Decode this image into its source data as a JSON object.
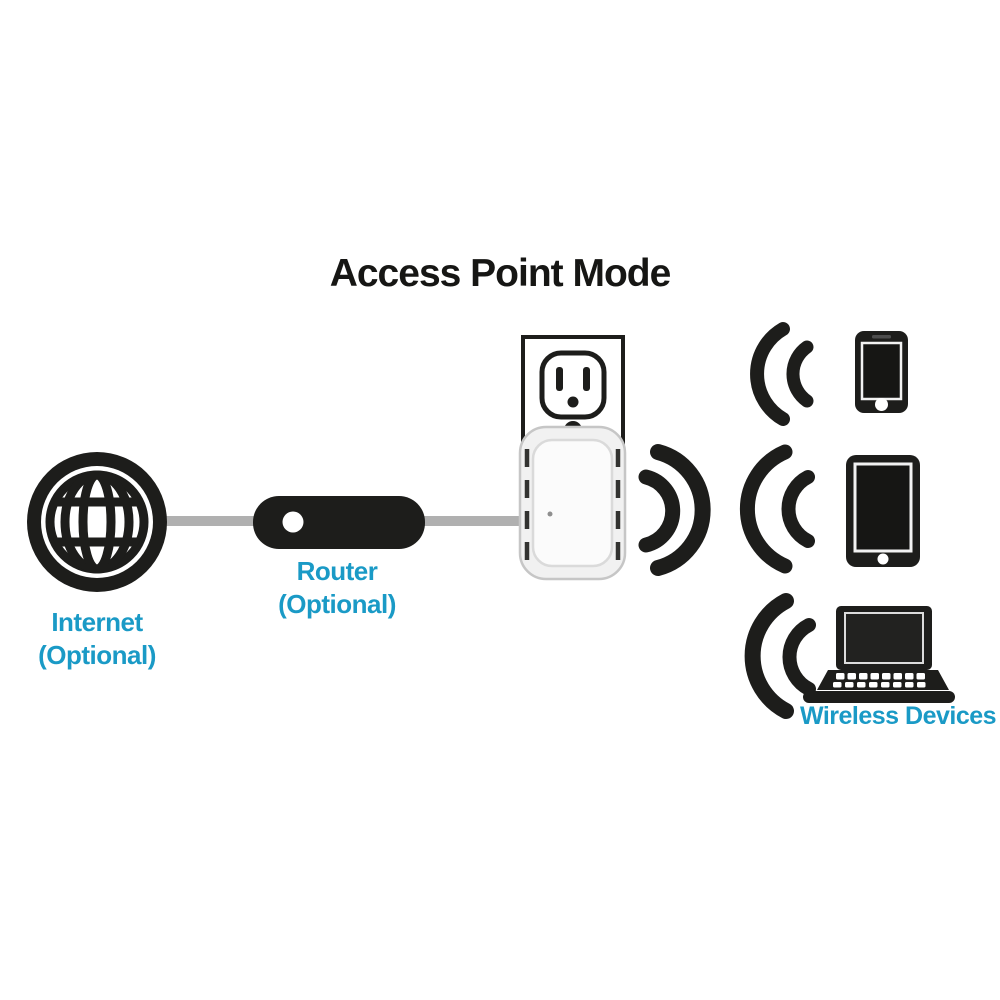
{
  "title": "Access Point Mode",
  "colors": {
    "icon_black": "#1d1d1b",
    "label_teal": "#1a9ac6",
    "cable_gray": "#b0b0b0",
    "background": "#ffffff"
  },
  "nodes": {
    "internet": {
      "icon": "globe-icon",
      "label": [
        "Internet",
        "(Optional)"
      ]
    },
    "router": {
      "icon": "router-icon",
      "label": [
        "Router",
        "(Optional)"
      ]
    },
    "extender": {
      "icon": "wall-outlet-extender-icon",
      "signal": "wifi-waves-icon"
    },
    "devices": {
      "label": "Wireless Devices",
      "items": [
        {
          "icon": "smartphone-icon",
          "signal": "wifi-waves-icon"
        },
        {
          "icon": "tablet-icon",
          "signal": "wifi-waves-icon"
        },
        {
          "icon": "laptop-icon",
          "signal": "wifi-waves-icon"
        }
      ]
    }
  },
  "connections": [
    {
      "from": "internet",
      "to": "router",
      "style": "gray-cable"
    },
    {
      "from": "router",
      "to": "extender",
      "style": "gray-cable"
    }
  ]
}
